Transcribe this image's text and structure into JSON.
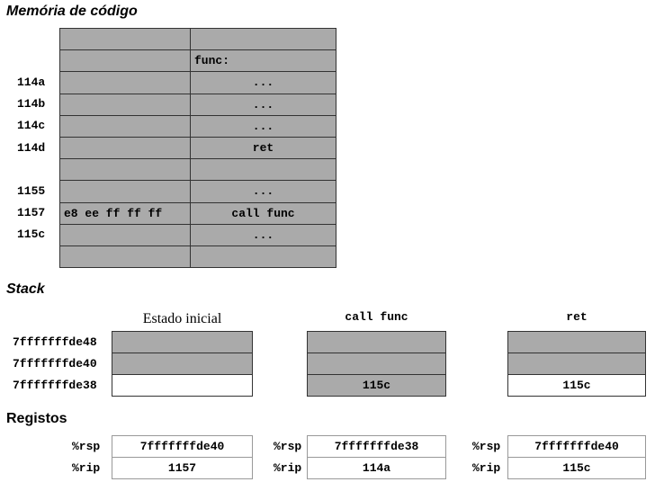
{
  "code_memory": {
    "title": "Memória de código",
    "rows": [
      {
        "addr": "",
        "bytes": "",
        "instr": ""
      },
      {
        "addr": "",
        "bytes": "",
        "instr": "func:"
      },
      {
        "addr": "114a",
        "bytes": "",
        "instr": "..."
      },
      {
        "addr": "114b",
        "bytes": "",
        "instr": "..."
      },
      {
        "addr": "114c",
        "bytes": "",
        "instr": "..."
      },
      {
        "addr": "114d",
        "bytes": "",
        "instr": "ret"
      },
      {
        "addr": "",
        "bytes": "",
        "instr": ""
      },
      {
        "addr": "1155",
        "bytes": "",
        "instr": "..."
      },
      {
        "addr": "1157",
        "bytes": "e8 ee ff ff ff",
        "instr": "call func"
      },
      {
        "addr": "115c",
        "bytes": "",
        "instr": "..."
      },
      {
        "addr": "",
        "bytes": "",
        "instr": ""
      }
    ]
  },
  "stack": {
    "title": "Stack",
    "addresses": [
      "7fffffffde48",
      "7fffffffde40",
      "7fffffffde38"
    ],
    "states": [
      {
        "label": "Estado inicial",
        "cells": [
          {
            "value": "",
            "fill": "gray"
          },
          {
            "value": "",
            "fill": "gray"
          },
          {
            "value": "",
            "fill": "white"
          }
        ]
      },
      {
        "label": "call func",
        "cells": [
          {
            "value": "",
            "fill": "gray"
          },
          {
            "value": "",
            "fill": "gray"
          },
          {
            "value": "115c",
            "fill": "gray"
          }
        ]
      },
      {
        "label": "ret",
        "cells": [
          {
            "value": "",
            "fill": "gray"
          },
          {
            "value": "",
            "fill": "gray"
          },
          {
            "value": "115c",
            "fill": "white"
          }
        ]
      }
    ]
  },
  "registers": {
    "title": "Registos",
    "names": [
      "%rsp",
      "%rip"
    ],
    "states": [
      {
        "rsp": "7fffffffde40",
        "rip": "1157"
      },
      {
        "rsp": "7fffffffde38",
        "rip": "114a"
      },
      {
        "rsp": "7fffffffde40",
        "rip": "115c"
      }
    ]
  },
  "colors": {
    "gray_cell": "#aaaaaa",
    "border": "#333333"
  }
}
